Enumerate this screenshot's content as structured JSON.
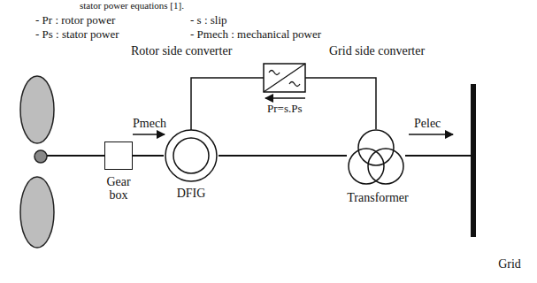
{
  "diagram": {
    "nodes": [
      {
        "text": [
          "Gear box"
        ]
      },
      {
        "text": [
          "DFIG"
        ]
      },
      {
        "text": [
          "Transformer"
        ]
      },
      {
        "text": [
          "Grid"
        ]
      }
    ],
    "edges": [
      {
        "from": 0,
        "to": 1,
        "arrow": "none"
      },
      {
        "from": 1,
        "to": 2,
        "arrow": "none"
      },
      {
        "from": 2,
        "to": 3,
        "arrow": "none"
      }
    ],
    "labels": [
      "stator power equations [1].",
      "- Pr : rotor power",
      "- s : slip",
      "- Ps : stator power",
      "- Pmech : mechanical power",
      "Rotor side converter",
      "Grid side converter",
      "Pr=s.Ps",
      "Pmech",
      "Pelec"
    ]
  }
}
